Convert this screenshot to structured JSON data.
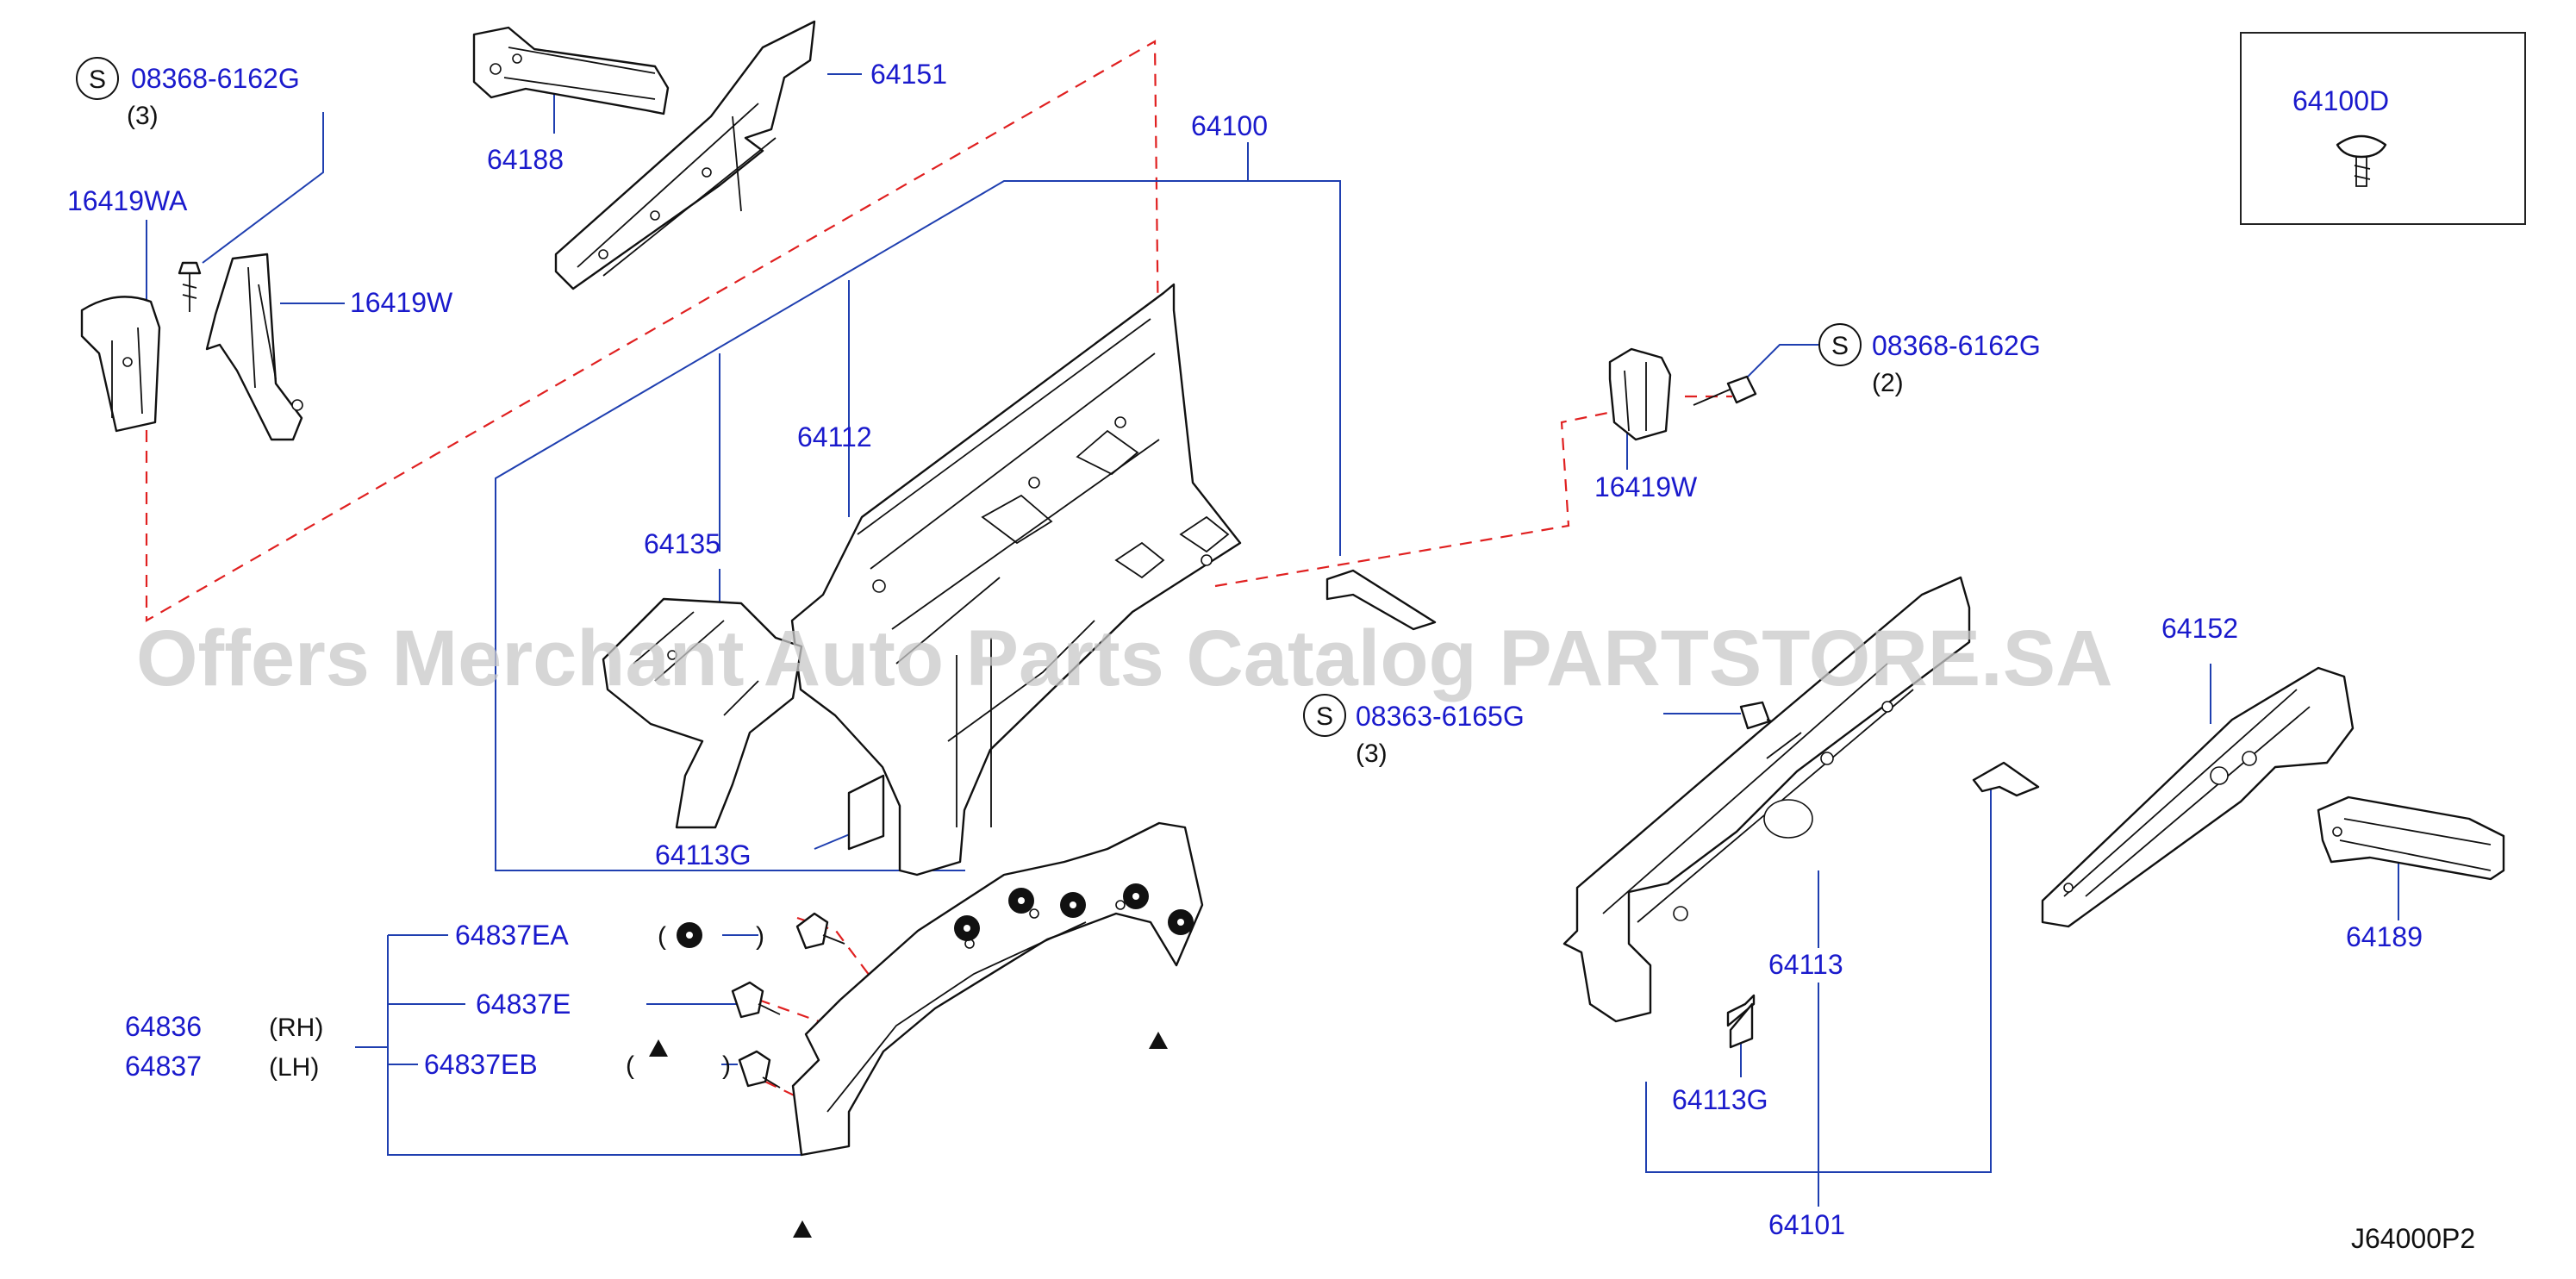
{
  "diagram_ref": "J64000P2",
  "watermark": "Offers Merchant Auto Parts Catalog PARTSTORE.SA",
  "screw_symbol": "S",
  "callouts": {
    "screw_top_left": {
      "part": "08368-6162G",
      "qty": "(3)"
    },
    "bracket_16419WA": {
      "part": "16419WA"
    },
    "bracket_16419W_left": {
      "part": "16419W"
    },
    "member_64188": {
      "part": "64188"
    },
    "member_64151": {
      "part": "64151"
    },
    "hoodledge_64100": {
      "part": "64100"
    },
    "assembly_64112": {
      "part": "64112"
    },
    "assembly_64135": {
      "part": "64135"
    },
    "patch_64113G_left": {
      "part": "64113G"
    },
    "screw_right_top": {
      "part": "08368-6162G",
      "qty": "(2)"
    },
    "bracket_16419W_right": {
      "part": "16419W"
    },
    "screw_middle": {
      "part": "08363-6165G",
      "qty": "(3)"
    },
    "clip_box": {
      "part": "64100D"
    },
    "member_64152": {
      "part": "64152"
    },
    "member_64189": {
      "part": "64189"
    },
    "assembly_64113": {
      "part": "64113"
    },
    "patch_64113G_right": {
      "part": "64113G"
    },
    "assembly_64101": {
      "part": "64101"
    },
    "seal_rh": {
      "part": "64836",
      "side": "(RH)"
    },
    "seal_lh": {
      "part": "64837",
      "side": "(LH)"
    },
    "clip_64837EA": {
      "part": "64837EA",
      "open": "(",
      "close": ")"
    },
    "clip_64837E": {
      "part": "64837E"
    },
    "clip_64837EB": {
      "part": "64837EB",
      "open": "(",
      "close": ")"
    }
  },
  "colors": {
    "part_number": "#1a1acc",
    "leader": "#1f3fb0",
    "phantom": "#e02020",
    "outline": "#111111"
  }
}
